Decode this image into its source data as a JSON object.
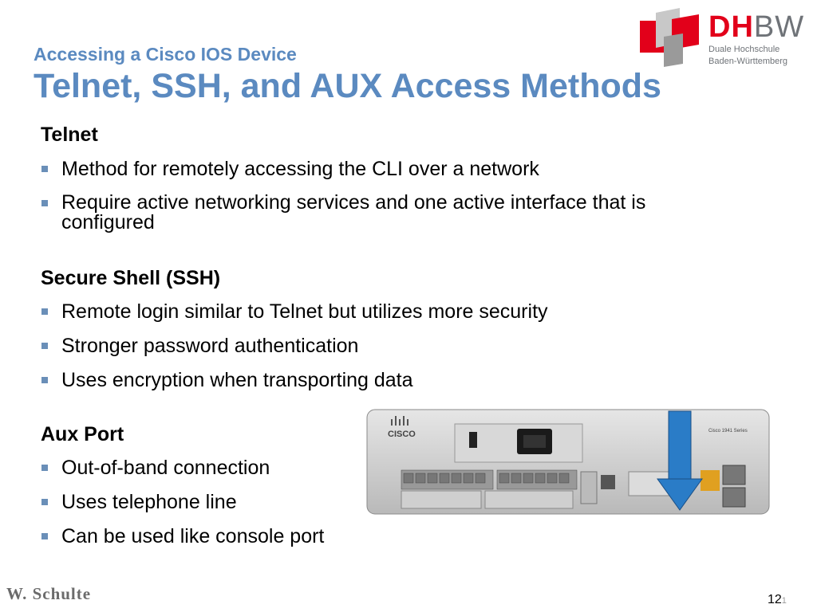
{
  "header": {
    "subtitle": "Accessing a Cisco IOS Device",
    "title": "Telnet, SSH, and AUX Access Methods"
  },
  "logo": {
    "dh": "DH",
    "bw": "BW",
    "line1": "Duale Hochschule",
    "line2": "Baden-Württemberg",
    "colors": {
      "red": "#e2001a",
      "gray": "#6f7378"
    }
  },
  "sections": [
    {
      "heading": "Telnet",
      "bullets": [
        "Method for remotely accessing the CLI over a network",
        "Require active networking services and one active interface that is configured"
      ]
    },
    {
      "heading": "Secure Shell (SSH)",
      "bullets": [
        "Remote login similar to Telnet but utilizes more security",
        "Stronger password authentication",
        "Uses encryption when transporting data"
      ]
    },
    {
      "heading": "Aux Port",
      "bullets": [
        "Out-of-band connection",
        "Uses telephone line",
        "Can be used like console port"
      ]
    }
  ],
  "router": {
    "brand": "CISCO",
    "model": "Cisco 1941 Series",
    "arrow_color": "#2a7cc7"
  },
  "footer": {
    "author": "W. Schulte",
    "page": "12",
    "page_suffix": "1"
  },
  "colors": {
    "accent": "#5b8ac0",
    "bullet": "#6a8fb8"
  }
}
